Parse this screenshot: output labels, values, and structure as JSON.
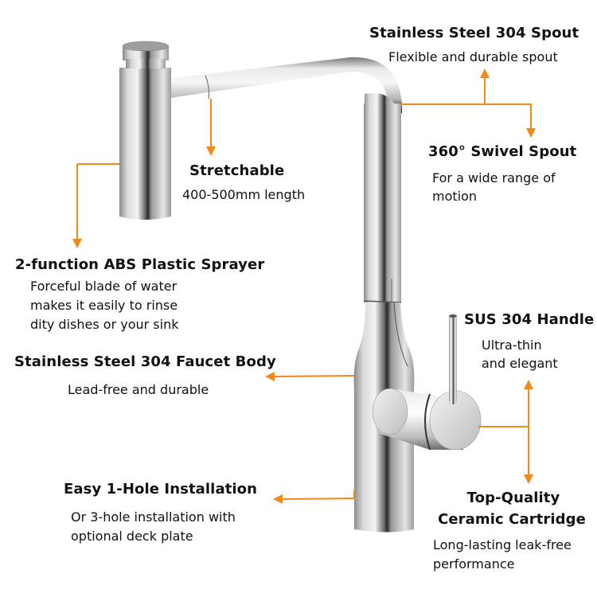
{
  "accent_color": "#f28a1a",
  "callouts": {
    "spout": {
      "title": "Stainless Steel 304 Spout",
      "desc": "Flexible and durable spout"
    },
    "swivel": {
      "title": "360° Swivel Spout",
      "desc_line1": "For a wide range of",
      "desc_line2": "motion"
    },
    "stretchable": {
      "title": "Stretchable",
      "desc": "400-500mm length"
    },
    "sprayer": {
      "title": "2-function ABS Plastic Sprayer",
      "desc_line1": "Forceful blade of water",
      "desc_line2": "makes it easily to rinse",
      "desc_line3": "dity dishes or your sink"
    },
    "handle": {
      "title": "SUS 304 Handle",
      "desc_line1": "Ultra-thin",
      "desc_line2": "and elegant"
    },
    "body": {
      "title": "Stainless Steel 304 Faucet Body",
      "desc": "Lead-free and durable"
    },
    "installation": {
      "title": "Easy 1-Hole Installation",
      "desc_line1": "Or 3-hole installation with",
      "desc_line2": "optional deck plate"
    },
    "cartridge": {
      "title_line1": "Top-Quality",
      "title_line2": "Ceramic Cartridge",
      "desc_line1": "Long-lasting leak-free",
      "desc_line2": "performance"
    }
  }
}
